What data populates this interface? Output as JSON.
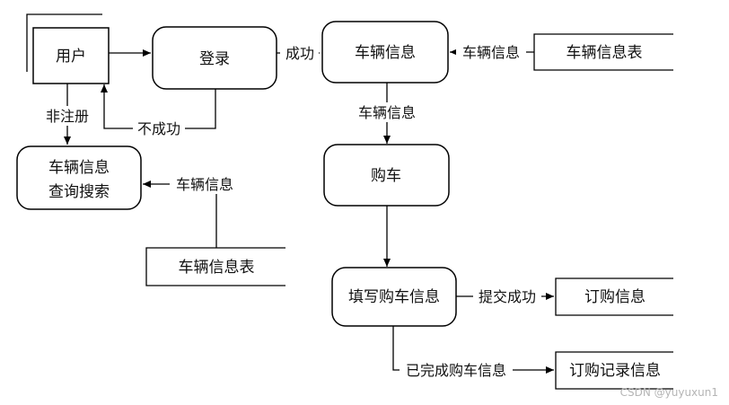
{
  "nodes": {
    "user": "用户",
    "login": "登录",
    "vehicle_info": "车辆信息",
    "search_line1": "车辆信息",
    "search_line2": "查询搜索",
    "cart": "购车",
    "fill_info": "填写购车信息",
    "store_vehicle_table_top": "车辆信息表",
    "store_vehicle_table_bottom": "车辆信息表",
    "store_order_info": "订购信息",
    "store_order_record": "订购记录信息"
  },
  "edges": {
    "success": "成功",
    "fail": "不成功",
    "not_registered": "非注册",
    "vehicle_info_from_table": "车辆信息",
    "vehicle_info_to_cart": "车辆信息",
    "vehicle_info_to_search": "车辆信息",
    "submit_success": "提交成功",
    "completed": "已完成购车信息"
  },
  "watermark": "CSDN @yuyuxun1"
}
